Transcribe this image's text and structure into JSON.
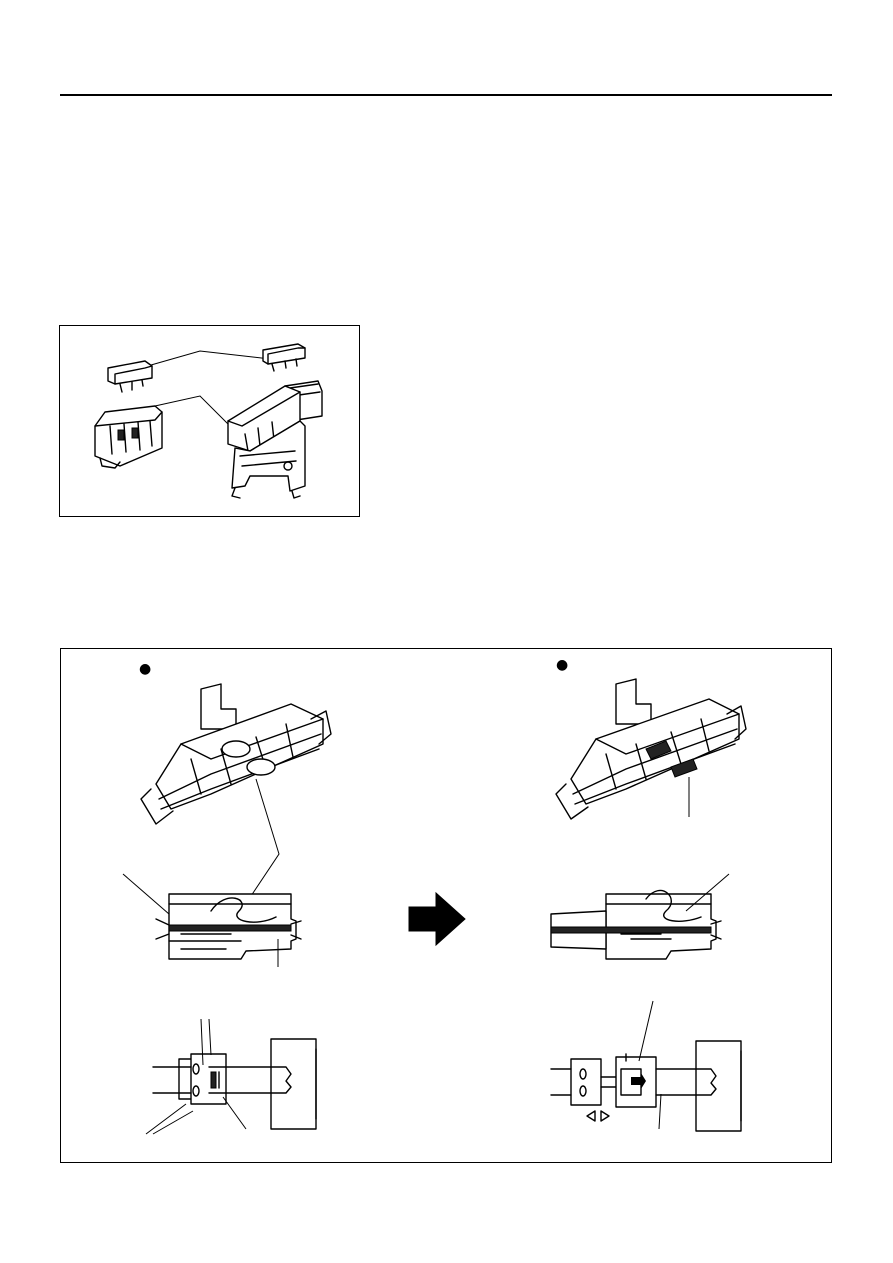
{
  "page": {
    "header_rule": true,
    "figure_top": {
      "name": "connector-assembly-figure"
    },
    "figure_bottom": {
      "name": "terminal-lock-figure",
      "left_state": {
        "bullet": "●"
      },
      "right_state": {
        "bullet": "●"
      },
      "arrow": {
        "direction": "right"
      }
    }
  }
}
